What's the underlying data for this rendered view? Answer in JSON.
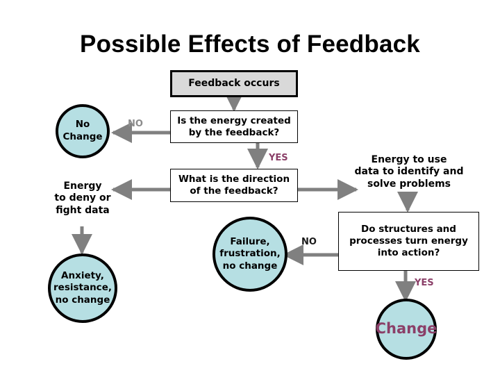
{
  "slide": {
    "title": "Possible Effects of Feedback",
    "background_color": "#ffffff"
  },
  "colors": {
    "circle_fill": "#b6dfe3",
    "circle_border": "#000000",
    "box_gray_fill": "#d9d9d9",
    "box_white_fill": "#ffffff",
    "arrow": "#808080",
    "yes_label": "#8b3f68",
    "no_label_gray": "#8c8c8c",
    "no_label_dark": "#1a1a1a",
    "change_text": "#8b3f68",
    "title_text": "#000000"
  },
  "nodes": {
    "feedback_occurs": "Feedback occurs",
    "no_change": "No\nChange",
    "no_change_line1": "No",
    "no_change_line2": "Change",
    "question_energy_created": "Is the energy created\nby the feedback?",
    "question_energy_created_line1": "Is the energy created",
    "question_energy_created_line2": "by the feedback?",
    "energy_deny": "Energy\nto deny or\nfight data",
    "energy_deny_line1": "Energy",
    "energy_deny_line2": "to deny or",
    "energy_deny_line3": "fight data",
    "question_direction": "What is the direction\nof the feedback?",
    "question_direction_line1": "What is the direction",
    "question_direction_line2": "of the feedback?",
    "energy_use": "Energy to use\ndata to identify and\nsolve problems",
    "energy_use_line1": "Energy to use",
    "energy_use_line2": "data to identify and",
    "energy_use_line3": "solve problems",
    "anxiety": "Anxiety,\nresistance,\nno change",
    "anxiety_line1": "Anxiety,",
    "anxiety_line2": "resistance,",
    "anxiety_line3": "no change",
    "failure": "Failure,\nfrustration,\nno change",
    "failure_line1": "Failure,",
    "failure_line2": "frustration,",
    "failure_line3": "no change",
    "question_structures": "Do structures and\nprocesses turn energy\ninto action?",
    "question_structures_line1": "Do structures and",
    "question_structures_line2": "processes turn energy",
    "question_structures_line3": "into action?",
    "change": "Change"
  },
  "edge_labels": {
    "no_to_no_change": "NO",
    "yes_to_direction": "YES",
    "no_to_failure": "NO",
    "yes_to_change": "YES"
  },
  "flow": {
    "type": "flowchart",
    "edges": [
      {
        "from": "feedback_occurs",
        "to": "question_energy_created",
        "label": ""
      },
      {
        "from": "question_energy_created",
        "to": "no_change",
        "label": "NO"
      },
      {
        "from": "question_energy_created",
        "to": "question_direction",
        "label": "YES"
      },
      {
        "from": "question_direction",
        "to": "energy_deny",
        "label": ""
      },
      {
        "from": "question_direction",
        "to": "energy_use",
        "label": ""
      },
      {
        "from": "energy_deny",
        "to": "anxiety",
        "label": ""
      },
      {
        "from": "energy_use",
        "to": "question_structures",
        "label": ""
      },
      {
        "from": "question_structures",
        "to": "failure",
        "label": "NO"
      },
      {
        "from": "question_structures",
        "to": "change",
        "label": "YES"
      }
    ]
  }
}
